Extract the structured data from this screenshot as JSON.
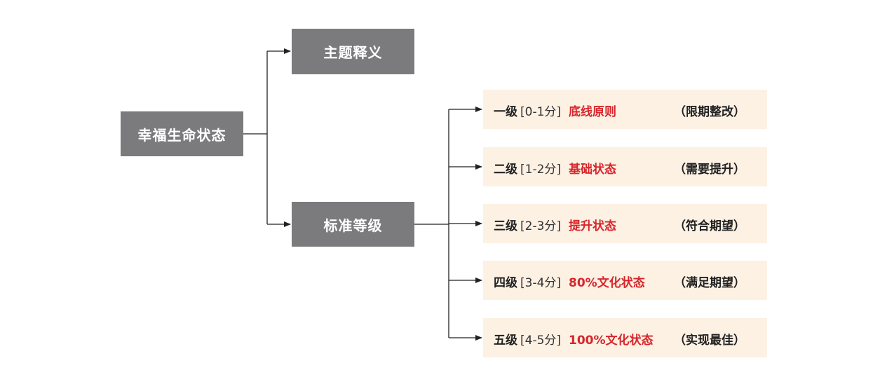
{
  "root": {
    "label": "幸福生命状态"
  },
  "branches": [
    {
      "label": "主题释义"
    },
    {
      "label": "标准等级"
    }
  ],
  "levels": [
    {
      "name": "一级",
      "range": "[0-1分]",
      "title": "底线原则",
      "note": "（限期整改）"
    },
    {
      "name": "二级",
      "range": "[1-2分]",
      "title": "基础状态",
      "note": "（需要提升）"
    },
    {
      "name": "三级",
      "range": "[2-3分]",
      "title": "提升状态",
      "note": "（符合期望）"
    },
    {
      "name": "四级",
      "range": "[3-4分]",
      "title": "80%文化状态",
      "note": "（满足期望）"
    },
    {
      "name": "五级",
      "range": "[4-5分]",
      "title": "100%文化状态",
      "note": "（实现最佳）"
    }
  ],
  "colors": {
    "gray_box": "#7b7b7d",
    "level_bg": "#fdf1e4",
    "accent_red": "#d7262b",
    "line": "#222222"
  }
}
